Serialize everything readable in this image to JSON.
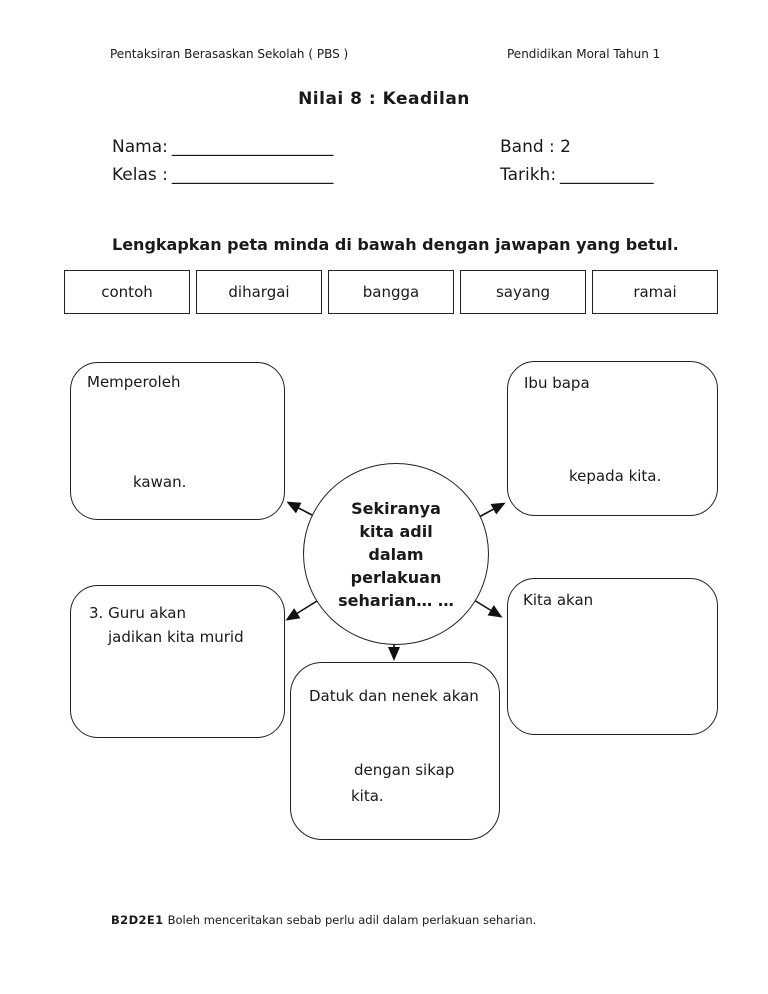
{
  "colors": {
    "ink": "#1a1a1a",
    "paper": "#ffffff"
  },
  "page": {
    "header_left": "Pentaksiran Berasaskan Sekolah ( PBS )",
    "header_right": "Pendidikan Moral Tahun 1",
    "title": "Nilai 8 : Keadilan"
  },
  "form": {
    "nama_label": "Nama:",
    "nama_line": "___________________",
    "kelas_label": "Kelas :",
    "kelas_line": "___________________",
    "band_value": "Band : 2",
    "tarikh_label": "Tarikh:",
    "tarikh_line": "___________"
  },
  "instruction": "Lengkapkan peta minda di bawah dengan jawapan yang betul.",
  "word_bank": [
    "contoh",
    "dihargai",
    "bangga",
    "sayang",
    "ramai"
  ],
  "mindmap": {
    "center": [
      "Sekiranya",
      "kita adil",
      "dalam",
      "perlakuan",
      "seharian… …"
    ],
    "boxes": {
      "top_left": {
        "line1": "Memperoleh",
        "line2": "kawan."
      },
      "top_right": {
        "line1": "Ibu bapa",
        "line2": "kepada kita."
      },
      "mid_left": {
        "line1": "3. Guru akan",
        "line2": "jadikan kita murid"
      },
      "mid_right": {
        "line1": "Kita akan"
      },
      "bottom": {
        "line1": "Datuk dan nenek akan",
        "line2": "dengan sikap",
        "line3": "kita."
      }
    }
  },
  "footer": {
    "code": "B2D2E1",
    "text": "Boleh menceritakan sebab perlu adil dalam perlakuan seharian."
  }
}
